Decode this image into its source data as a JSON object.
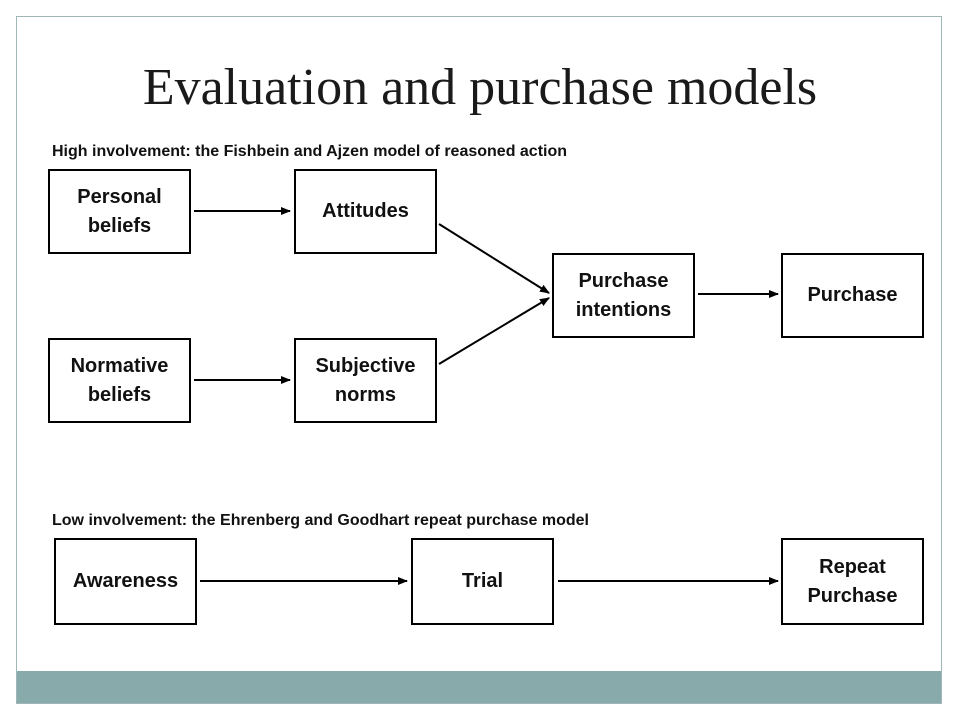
{
  "slide": {
    "title": "Evaluation and purchase models"
  },
  "high_involvement": {
    "label": "High involvement: the Fishbein and Ajzen model of reasoned action",
    "boxes": {
      "personal_beliefs": "Personal\nbeliefs",
      "attitudes": "Attitudes",
      "normative_beliefs": "Normative\nbeliefs",
      "subjective_norms": "Subjective\nnorms",
      "purchase_intentions": "Purchase\nintentions",
      "purchase": "Purchase"
    }
  },
  "low_involvement": {
    "label": "Low involvement: the Ehrenberg and Goodhart repeat purchase model",
    "boxes": {
      "awareness": "Awareness",
      "trial": "Trial",
      "repeat_purchase": "Repeat\nPurchase"
    }
  },
  "colors": {
    "footer_band": "#89aaaa",
    "frame_border": "#9fb6b6",
    "text": "#111111"
  }
}
